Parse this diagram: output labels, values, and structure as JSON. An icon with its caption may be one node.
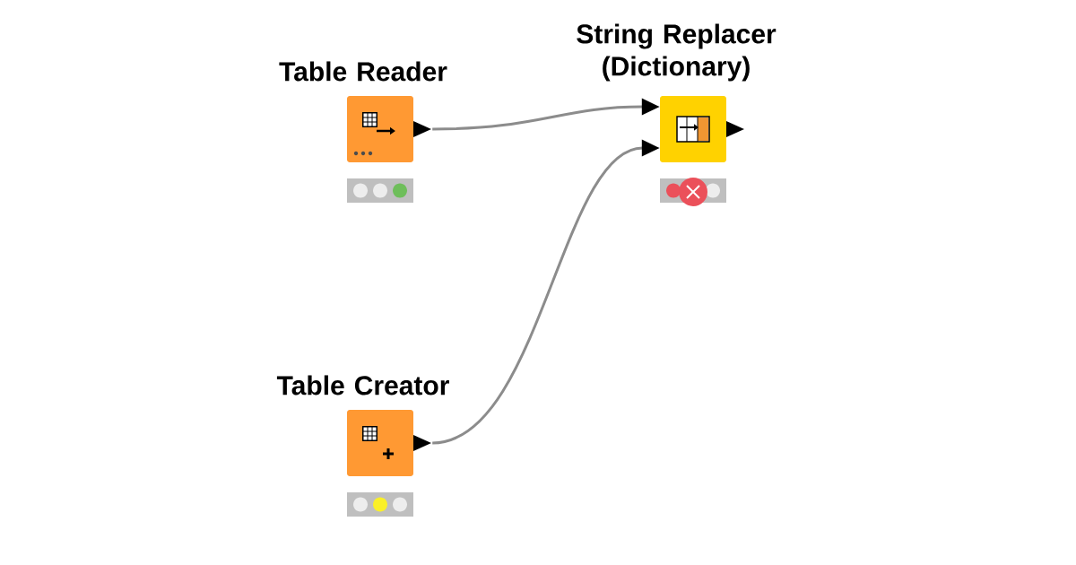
{
  "diagram": {
    "nodes": [
      {
        "text": [
          "Table Reader"
        ]
      },
      {
        "text": [
          "Table Creator"
        ]
      },
      {
        "text": [
          "String Replacer (Dictionary)"
        ]
      }
    ],
    "edges": [
      {
        "from": 0,
        "to": 2,
        "arrow": "to"
      },
      {
        "from": 1,
        "to": 2,
        "arrow": "to"
      }
    ]
  }
}
